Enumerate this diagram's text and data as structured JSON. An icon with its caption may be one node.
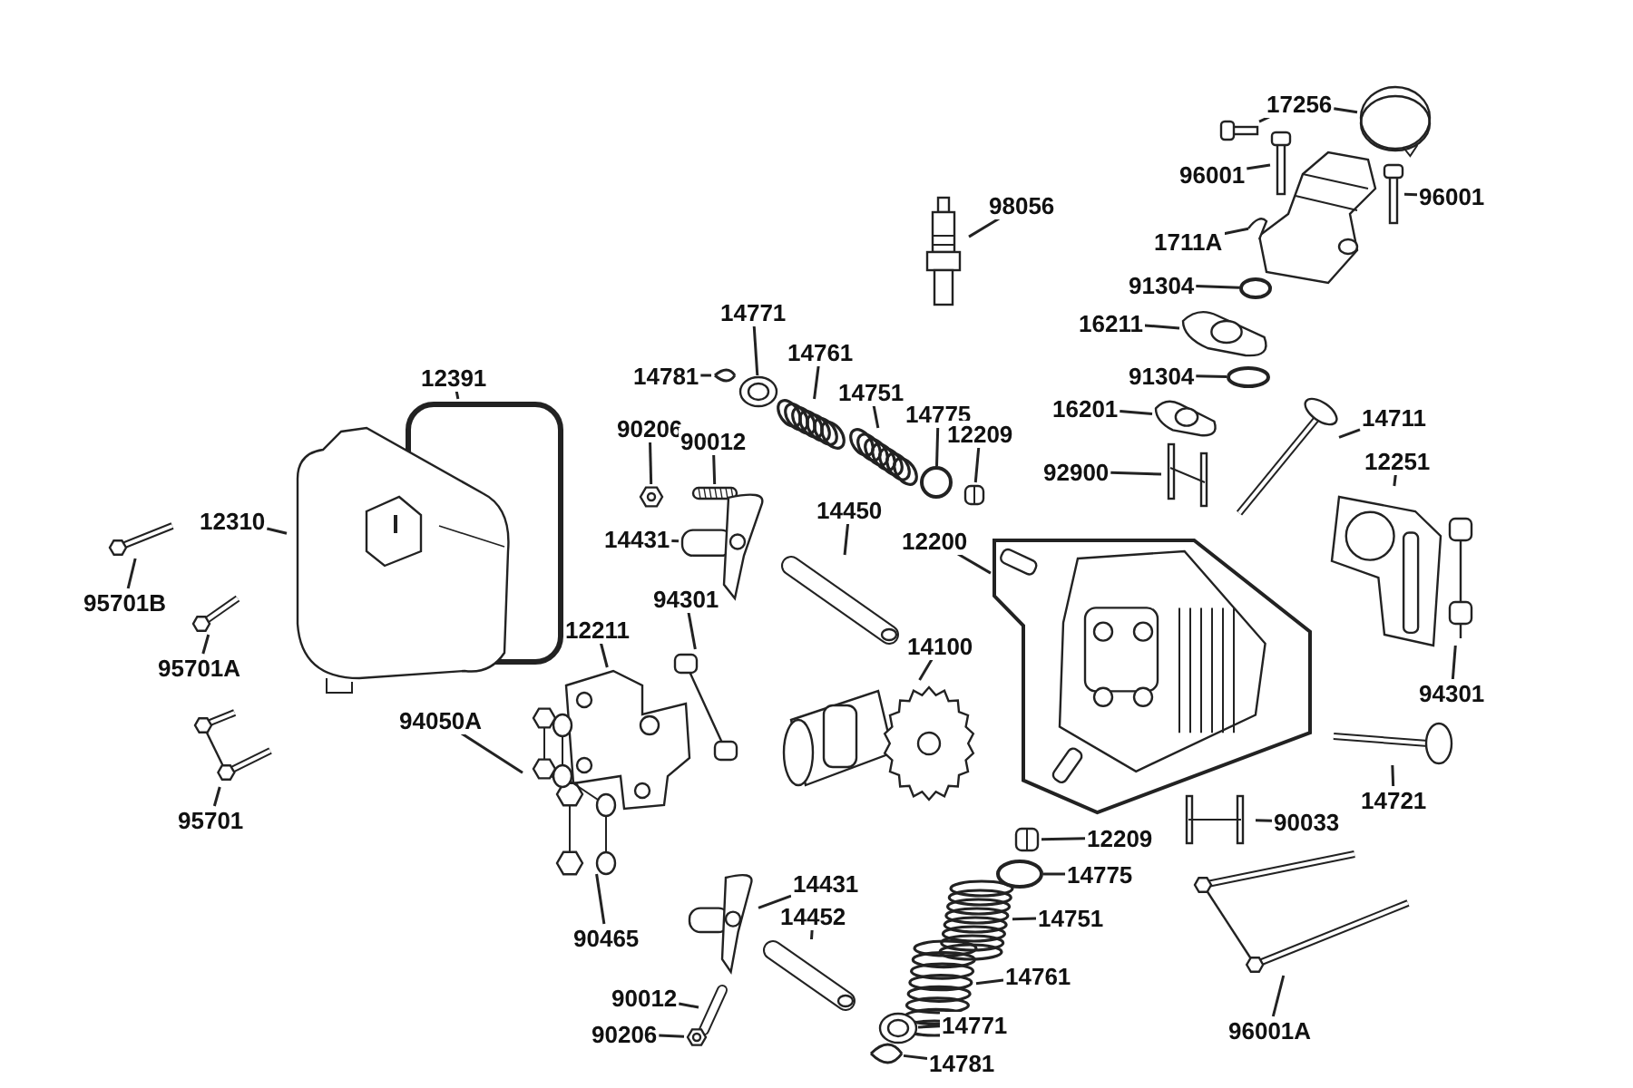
{
  "diagram": {
    "nodes": [
      {
        "text": [
          "17256"
        ]
      },
      {
        "text": [],
        "shape": "picture"
      },
      {
        "text": [],
        "shape": "picture"
      },
      {
        "text": [
          "96001"
        ]
      },
      {
        "text": [],
        "shape": "picture"
      },
      {
        "text": [
          "96001"
        ]
      },
      {
        "text": [],
        "shape": "picture"
      },
      {
        "text": [
          "98056"
        ]
      },
      {
        "text": [],
        "shape": "picture"
      },
      {
        "text": [
          "1711A"
        ]
      },
      {
        "text": [],
        "shape": "picture"
      },
      {
        "text": [
          "91304"
        ]
      },
      {
        "text": [],
        "shape": "circle"
      },
      {
        "text": [
          "16211"
        ]
      },
      {
        "text": [],
        "shape": "picture"
      },
      {
        "text": [
          "14781"
        ]
      },
      {
        "text": [],
        "shape": "picture"
      },
      {
        "text": [
          "14771"
        ]
      },
      {
        "text": [],
        "shape": "picture"
      },
      {
        "text": [
          "14761"
        ]
      },
      {
        "text": [],
        "shape": "picture"
      },
      {
        "text": [
          "91304"
        ]
      },
      {
        "text": [],
        "shape": "circle"
      },
      {
        "text": [
          "12391"
        ]
      },
      {
        "text": [],
        "shape": "picture"
      },
      {
        "text": [
          "14751"
        ]
      },
      {
        "text": [],
        "shape": "picture"
      },
      {
        "text": [
          "16201"
        ]
      },
      {
        "text": [],
        "shape": "picture"
      },
      {
        "text": [
          "14775"
        ]
      },
      {
        "text": [],
        "shape": "circle"
      },
      {
        "text": [
          "12209"
        ]
      },
      {
        "text": [],
        "shape": "picture"
      },
      {
        "text": [
          "14711"
        ]
      },
      {
        "text": [],
        "shape": "picture"
      },
      {
        "text": [
          "90206"
        ]
      },
      {
        "text": [],
        "shape": "picture"
      },
      {
        "text": [
          "90012"
        ]
      },
      {
        "text": [],
        "shape": "picture"
      },
      {
        "text": [
          "12251"
        ]
      },
      {
        "text": [],
        "shape": "picture"
      },
      {
        "text": [
          "92900"
        ]
      },
      {
        "text": [],
        "shape": "picture"
      },
      {
        "text": [
          "12310"
        ]
      },
      {
        "text": [],
        "shape": "picture"
      },
      {
        "text": [
          "14431"
        ]
      },
      {
        "text": [],
        "shape": "picture"
      },
      {
        "text": [
          "14450"
        ]
      },
      {
        "text": [],
        "shape": "picture"
      },
      {
        "text": [
          "12200"
        ]
      },
      {
        "text": [],
        "shape": "picture"
      },
      {
        "text": [
          "95701B"
        ]
      },
      {
        "text": [],
        "shape": "picture"
      },
      {
        "text": [
          "94301"
        ]
      },
      {
        "text": [],
        "shape": "picture"
      },
      {
        "text": [
          "12211"
        ]
      },
      {
        "text": [],
        "shape": "picture"
      },
      {
        "text": [
          "94301"
        ]
      },
      {
        "text": [],
        "shape": "picture"
      },
      {
        "text": [
          "14100"
        ]
      },
      {
        "text": [],
        "shape": "picture"
      },
      {
        "text": [
          "95701A"
        ]
      },
      {
        "text": [],
        "shape": "picture"
      },
      {
        "text": [
          "94050A"
        ]
      },
      {
        "text": [],
        "shape": "picture"
      },
      {
        "text": [
          "14721"
        ]
      },
      {
        "text": [],
        "shape": "picture"
      },
      {
        "text": [
          "95701"
        ]
      },
      {
        "text": [],
        "shape": "picture"
      },
      {
        "text": [
          "90033"
        ]
      },
      {
        "text": [],
        "shape": "picture"
      },
      {
        "text": [
          "12209"
        ]
      },
      {
        "text": [],
        "shape": "picture"
      },
      {
        "text": [
          "14775"
        ]
      },
      {
        "text": [],
        "shape": "circle"
      },
      {
        "text": [
          "14431"
        ]
      },
      {
        "text": [],
        "shape": "picture"
      },
      {
        "text": [
          "14751"
        ]
      },
      {
        "text": [],
        "shape": "picture"
      },
      {
        "text": [
          "14452"
        ]
      },
      {
        "text": [],
        "shape": "picture"
      },
      {
        "text": [
          "14761"
        ]
      },
      {
        "text": [],
        "shape": "picture"
      },
      {
        "text": [
          "90465"
        ]
      },
      {
        "text": [],
        "shape": "picture"
      },
      {
        "text": [
          "90012"
        ]
      },
      {
        "text": [],
        "shape": "picture"
      },
      {
        "text": [
          "14771"
        ]
      },
      {
        "text": [],
        "shape": "picture"
      },
      {
        "text": [
          "96001A"
        ]
      },
      {
        "text": [],
        "shape": "picture"
      },
      {
        "text": [
          "90206"
        ]
      },
      {
        "text": [],
        "shape": "picture"
      },
      {
        "text": [
          "14781"
        ]
      },
      {
        "text": [],
        "shape": "picture"
      }
    ],
    "edges": [
      {
        "from": 0,
        "to": 1,
        "arrow": "none"
      },
      {
        "from": 0,
        "to": 2,
        "arrow": "none"
      },
      {
        "from": 3,
        "to": 4,
        "arrow": "none"
      },
      {
        "from": 5,
        "to": 6,
        "arrow": "none"
      },
      {
        "from": 7,
        "to": 8,
        "arrow": "none"
      },
      {
        "from": 9,
        "to": 10,
        "arrow": "none"
      },
      {
        "from": 11,
        "to": 12,
        "arrow": "none"
      },
      {
        "from": 13,
        "to": 14,
        "arrow": "none"
      },
      {
        "from": 15,
        "to": 16,
        "arrow": "none"
      },
      {
        "from": 17,
        "to": 18,
        "arrow": "none"
      },
      {
        "from": 19,
        "to": 20,
        "arrow": "none"
      },
      {
        "from": 21,
        "to": 22,
        "arrow": "none"
      },
      {
        "from": 23,
        "to": 24,
        "arrow": "none"
      },
      {
        "from": 25,
        "to": 26,
        "arrow": "none"
      },
      {
        "from": 27,
        "to": 28,
        "arrow": "none"
      },
      {
        "from": 29,
        "to": 30,
        "arrow": "none"
      },
      {
        "from": 31,
        "to": 32,
        "arrow": "none"
      },
      {
        "from": 33,
        "to": 34,
        "arrow": "none"
      },
      {
        "from": 35,
        "to": 36,
        "arrow": "none"
      },
      {
        "from": 37,
        "to": 38,
        "arrow": "none"
      },
      {
        "from": 39,
        "to": 40,
        "arrow": "none"
      },
      {
        "from": 41,
        "to": 42,
        "arrow": "none"
      },
      {
        "from": 43,
        "to": 44,
        "arrow": "none"
      },
      {
        "from": 45,
        "to": 46,
        "arrow": "none"
      },
      {
        "from": 47,
        "to": 48,
        "arrow": "none"
      },
      {
        "from": 49,
        "to": 50,
        "arrow": "none"
      },
      {
        "from": 51,
        "to": 52,
        "arrow": "none"
      },
      {
        "from": 53,
        "to": 54,
        "arrow": "none"
      },
      {
        "from": 55,
        "to": 56,
        "arrow": "none"
      },
      {
        "from": 57,
        "to": 58,
        "arrow": "none"
      },
      {
        "from": 59,
        "to": 60,
        "arrow": "none"
      },
      {
        "from": 61,
        "to": 62,
        "arrow": "none"
      },
      {
        "from": 63,
        "to": 64,
        "arrow": "none"
      },
      {
        "from": 65,
        "to": 66,
        "arrow": "none"
      },
      {
        "from": 67,
        "to": 68,
        "arrow": "none"
      },
      {
        "from": 69,
        "to": 70,
        "arrow": "none"
      },
      {
        "from": 71,
        "to": 72,
        "arrow": "none"
      },
      {
        "from": 73,
        "to": 74,
        "arrow": "none"
      },
      {
        "from": 75,
        "to": 76,
        "arrow": "none"
      },
      {
        "from": 77,
        "to": 78,
        "arrow": "none"
      },
      {
        "from": 79,
        "to": 80,
        "arrow": "none"
      },
      {
        "from": 81,
        "to": 82,
        "arrow": "none"
      },
      {
        "from": 83,
        "to": 84,
        "arrow": "none"
      },
      {
        "from": 85,
        "to": 86,
        "arrow": "none"
      },
      {
        "from": 87,
        "to": 88,
        "arrow": "none"
      },
      {
        "from": 89,
        "to": 90,
        "arrow": "none"
      },
      {
        "from": 91,
        "to": 92,
        "arrow": "none"
      },
      {
        "from": 93,
        "to": 94,
        "arrow": "none"
      }
    ]
  }
}
